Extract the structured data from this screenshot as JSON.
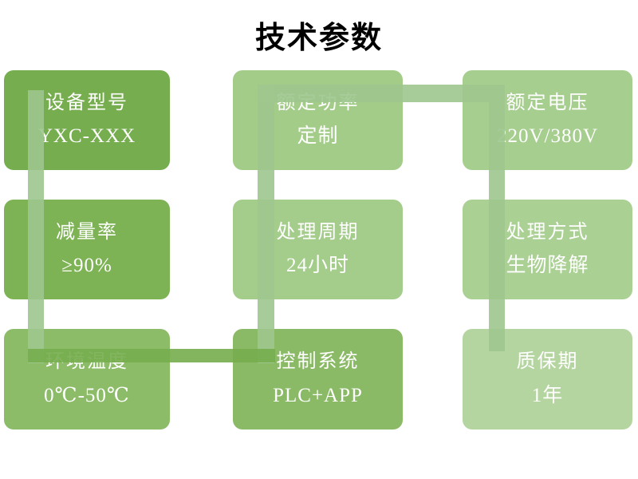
{
  "title": "技术参数",
  "boxes": [
    {
      "label": "设备型号",
      "value": "YXC-XXX",
      "color": "#76ad4e"
    },
    {
      "label": "额定功率",
      "value": "定制",
      "color": "#a3cc89"
    },
    {
      "label": "额定电压",
      "value": "220V/380V",
      "color": "#a6ce8e"
    },
    {
      "label": "减量率",
      "value": "≥90%",
      "color": "#7eb355"
    },
    {
      "label": "处理周期",
      "value": "24小时",
      "color": "#a4cc8b"
    },
    {
      "label": "处理方式",
      "value": "生物降解",
      "color": "#aad093"
    },
    {
      "label": "环境温度",
      "value": "0℃-50℃",
      "color": "#8cbc68"
    },
    {
      "label": "控制系统",
      "value": "PLC+APP",
      "color": "#8aba66"
    },
    {
      "label": "质保期",
      "value": "1年",
      "color": "#b4d5a0"
    }
  ],
  "connector": {
    "light_color": "rgba(158,198,142,0.9)",
    "dark_color": "rgba(118,173,78,0.9)"
  }
}
